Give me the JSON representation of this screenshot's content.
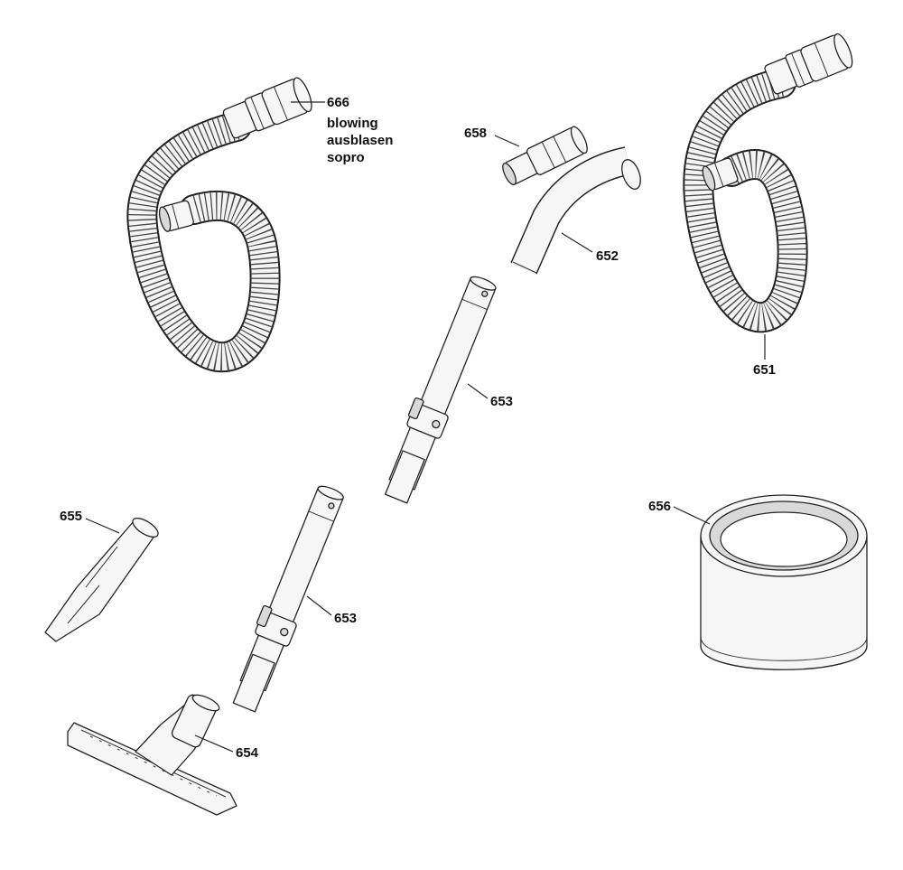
{
  "diagram": {
    "parts": [
      {
        "id": "part-666",
        "number": "666"
      },
      {
        "id": "part-658",
        "number": "658"
      },
      {
        "id": "part-652",
        "number": "652"
      },
      {
        "id": "part-651",
        "number": "651"
      },
      {
        "id": "part-653-upper",
        "number": "653"
      },
      {
        "id": "part-653-lower",
        "number": "653"
      },
      {
        "id": "part-655",
        "number": "655"
      },
      {
        "id": "part-656",
        "number": "656"
      },
      {
        "id": "part-654",
        "number": "654"
      }
    ],
    "note_666": {
      "line1": "blowing",
      "line2": "ausblasen",
      "line3": "sopro"
    }
  }
}
